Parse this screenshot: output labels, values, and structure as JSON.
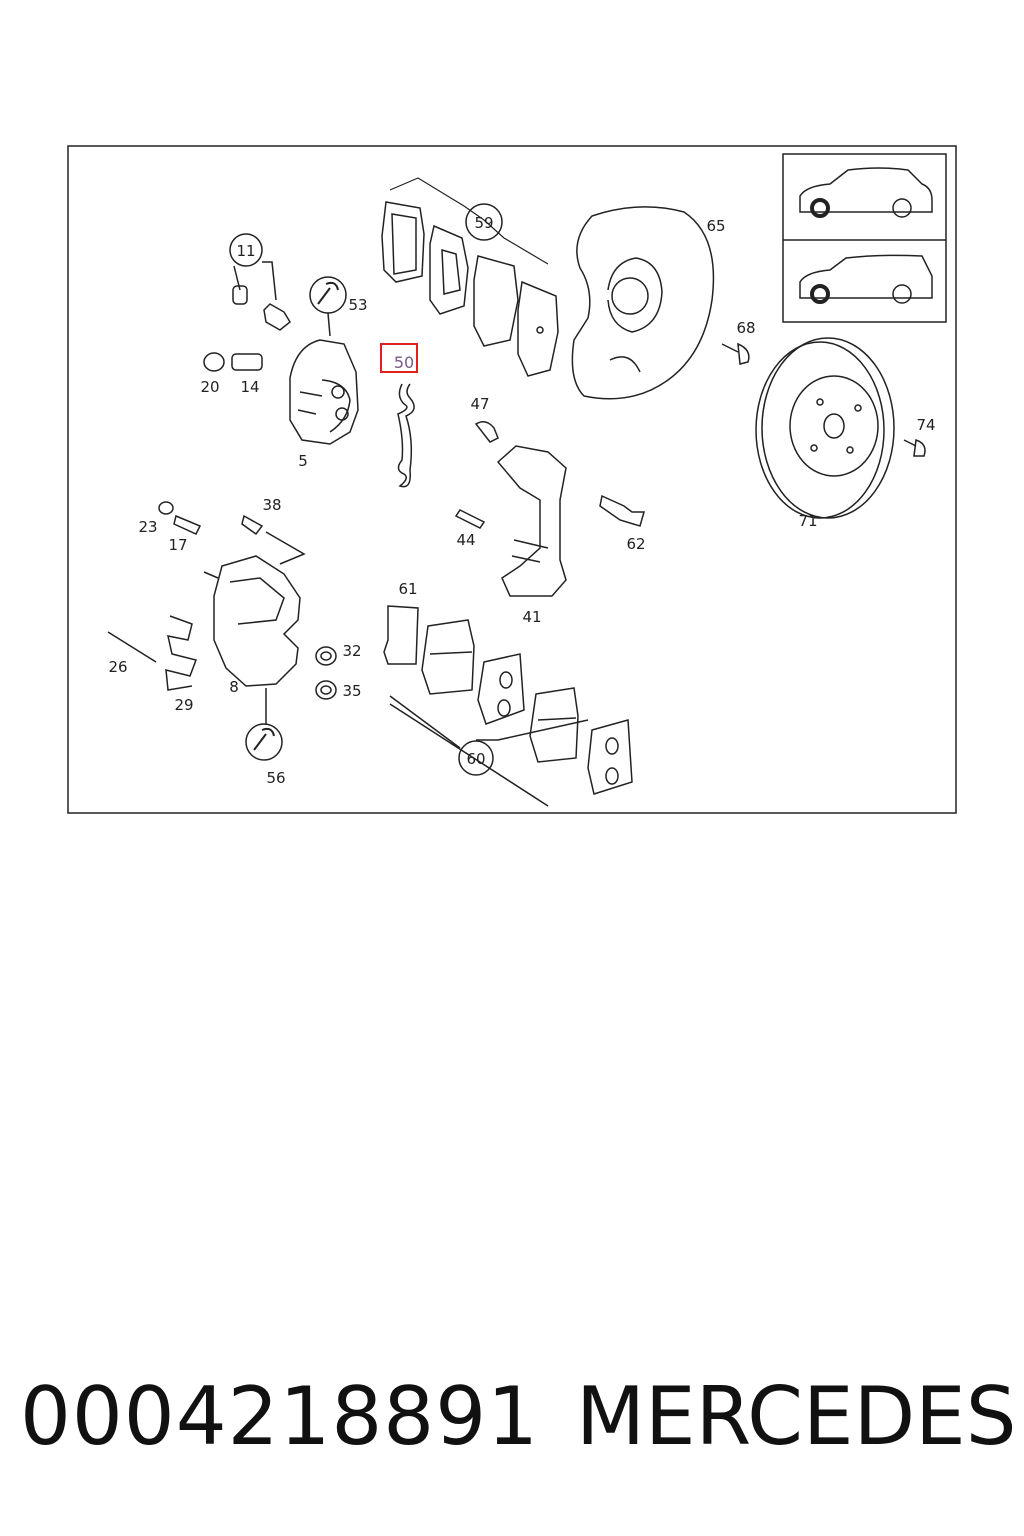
{
  "diagram": {
    "callouts": {
      "c5": "5",
      "c8": "8",
      "c11": "11",
      "c14": "14",
      "c17": "17",
      "c20": "20",
      "c23": "23",
      "c26": "26",
      "c29": "29",
      "c32": "32",
      "c35": "35",
      "c38": "38",
      "c41": "41",
      "c44": "44",
      "c47": "47",
      "c50": "50",
      "c53": "53",
      "c56": "56",
      "c59": "59",
      "c60": "60",
      "c61": "61",
      "c62": "62",
      "c65": "65",
      "c68": "68",
      "c71": "71",
      "c74": "74"
    },
    "highlighted_callout": "50",
    "highlight_color": "#e02020",
    "highlight_text_color": "#7a5a8a",
    "vehicle_icons": [
      "sedan-icon",
      "wagon-icon"
    ]
  },
  "footer": {
    "part_number": "0004218891",
    "brand": "MERCEDES"
  }
}
